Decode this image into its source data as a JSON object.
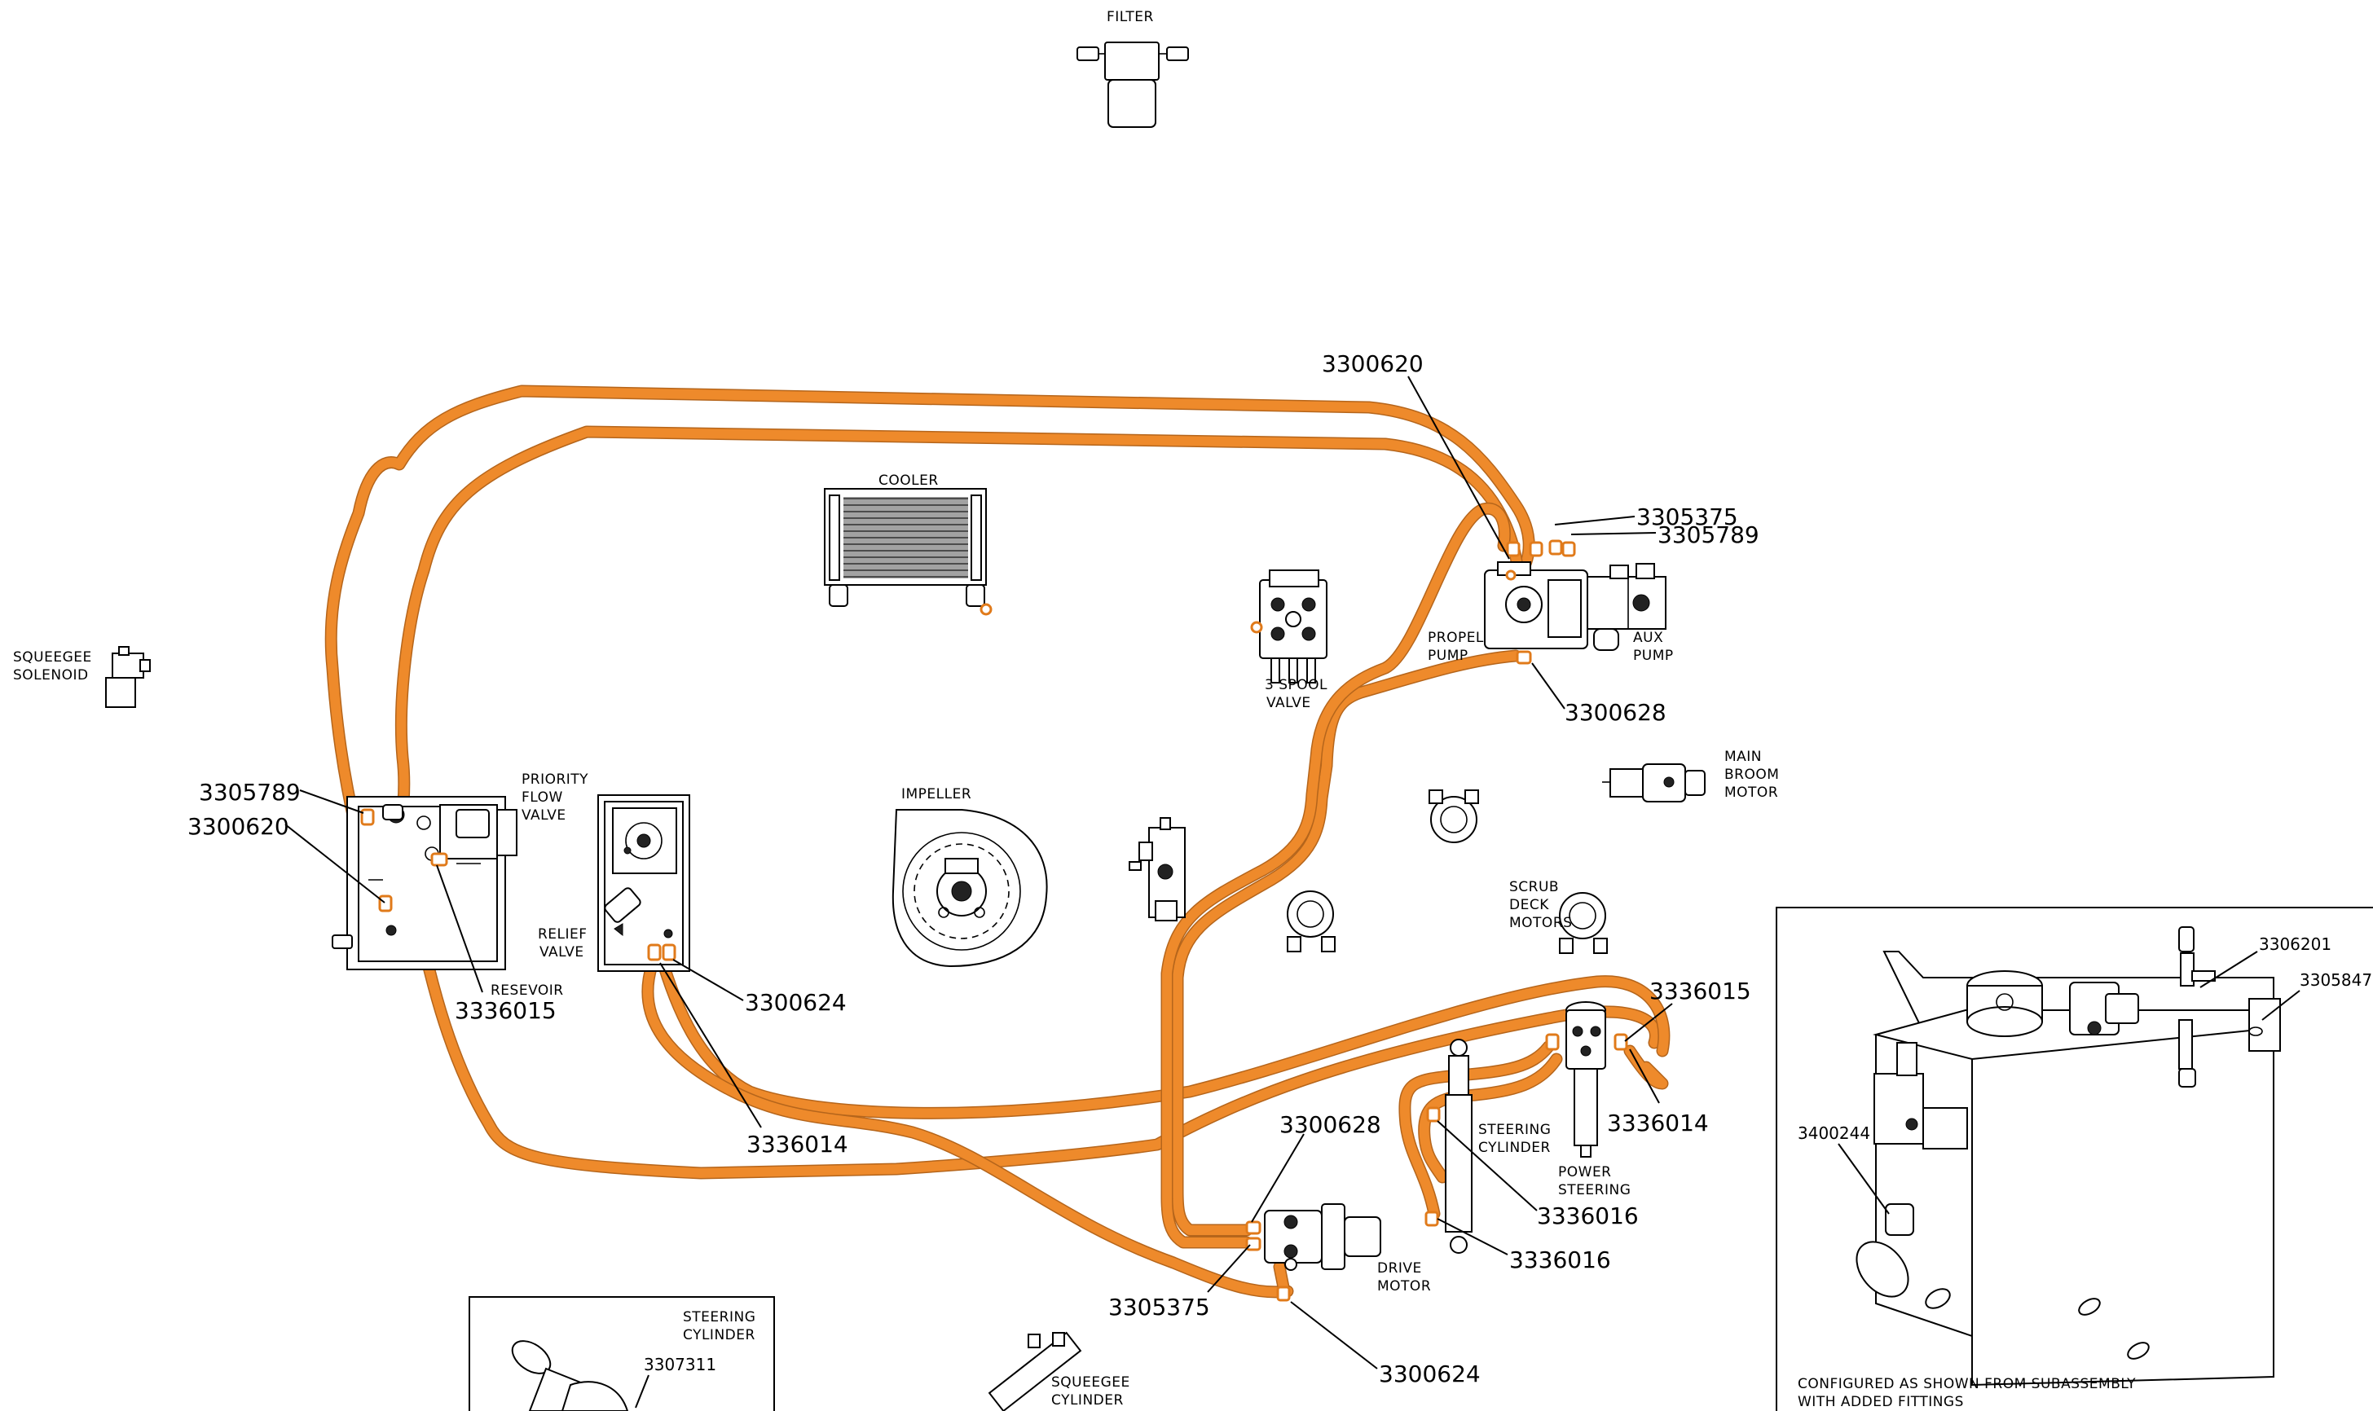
{
  "components": {
    "filter": "FILTER",
    "cooler": "COOLER",
    "squeegee_solenoid": [
      "SQUEEGEE",
      "SOLENOID"
    ],
    "priority_flow_valve": [
      "PRIORITY",
      "FLOW",
      "VALVE"
    ],
    "relief_valve": [
      "RELIEF",
      "VALVE"
    ],
    "reservoir": "RESEVOIR",
    "impeller": "IMPELLER",
    "three_spool_valve": [
      "3 SPOOL",
      "VALVE"
    ],
    "propel_pump": [
      "PROPEL",
      "PUMP"
    ],
    "aux_pump": [
      "AUX",
      "PUMP"
    ],
    "main_broom_motor": [
      "MAIN",
      "BROOM",
      "MOTOR"
    ],
    "scrub_deck_motors": [
      "SCRUB",
      "DECK",
      "MOTORS"
    ],
    "steering_cylinder": [
      "STEERING",
      "CYLINDER"
    ],
    "power_steering": [
      "POWER",
      "STEERING"
    ],
    "drive_motor": [
      "DRIVE",
      "MOTOR"
    ],
    "squeegee_cylinder": [
      "SQUEEGEE",
      "CYLINDER"
    ]
  },
  "callouts": {
    "pump_top_left": "3300620",
    "pump_top_r1": "3305375",
    "pump_top_r2": "3305789",
    "pump_bottom": "3300628",
    "res_3305789": "3305789",
    "res_3300620": "3300620",
    "res_3336015": "3336015",
    "relief_3300624": "3300624",
    "relief_3336014": "3336014",
    "ps_3336015": "3336015",
    "ps_3336014": "3336014",
    "drive_3300628": "3300628",
    "steer_3336016_a": "3336016",
    "steer_3336016_b": "3336016",
    "drive_3305375": "3305375",
    "drive_3300624": "3300624"
  },
  "inset_tank": {
    "p1": "3306201",
    "p2": "3305847",
    "p3": "3400244",
    "note": [
      "CONFIGURED AS SHOWN FROM SUBASSEMBLY",
      "WITH ADDED FITTINGS"
    ]
  },
  "inset_steering": {
    "label": [
      "STEERING",
      "CYLINDER"
    ],
    "part": "3307311"
  },
  "colors": {
    "hose": "#ee8a2b",
    "line": "#000000",
    "background": "#ffffff"
  }
}
